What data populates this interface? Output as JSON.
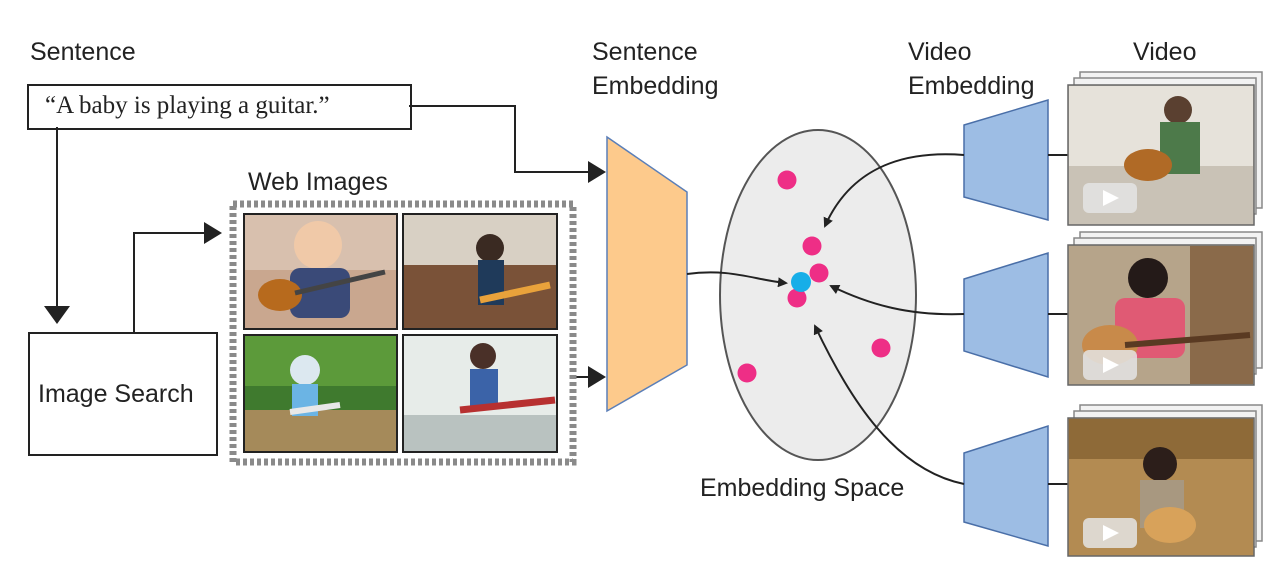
{
  "labels": {
    "sentence": "Sentence",
    "sentence_embedding_line1": "Sentence",
    "sentence_embedding_line2": "Embedding",
    "video_embedding_line1": "Video",
    "video_embedding_line2": "Embedding",
    "video": "Video",
    "web_images": "Web Images",
    "image_search": "Image Search",
    "embedding_space": "Embedding Space"
  },
  "query": "“A baby is playing a guitar.”",
  "colors": {
    "sentence_encoder": "#fdca8c",
    "video_encoder": "#9dbde4",
    "embedding_space": "#ececec",
    "point_pink": "#ee2e86",
    "point_blue": "#17aee8",
    "arrow": "#222222",
    "image_grid_border": "#888888"
  },
  "icons": {
    "video_play": "play-icon"
  }
}
